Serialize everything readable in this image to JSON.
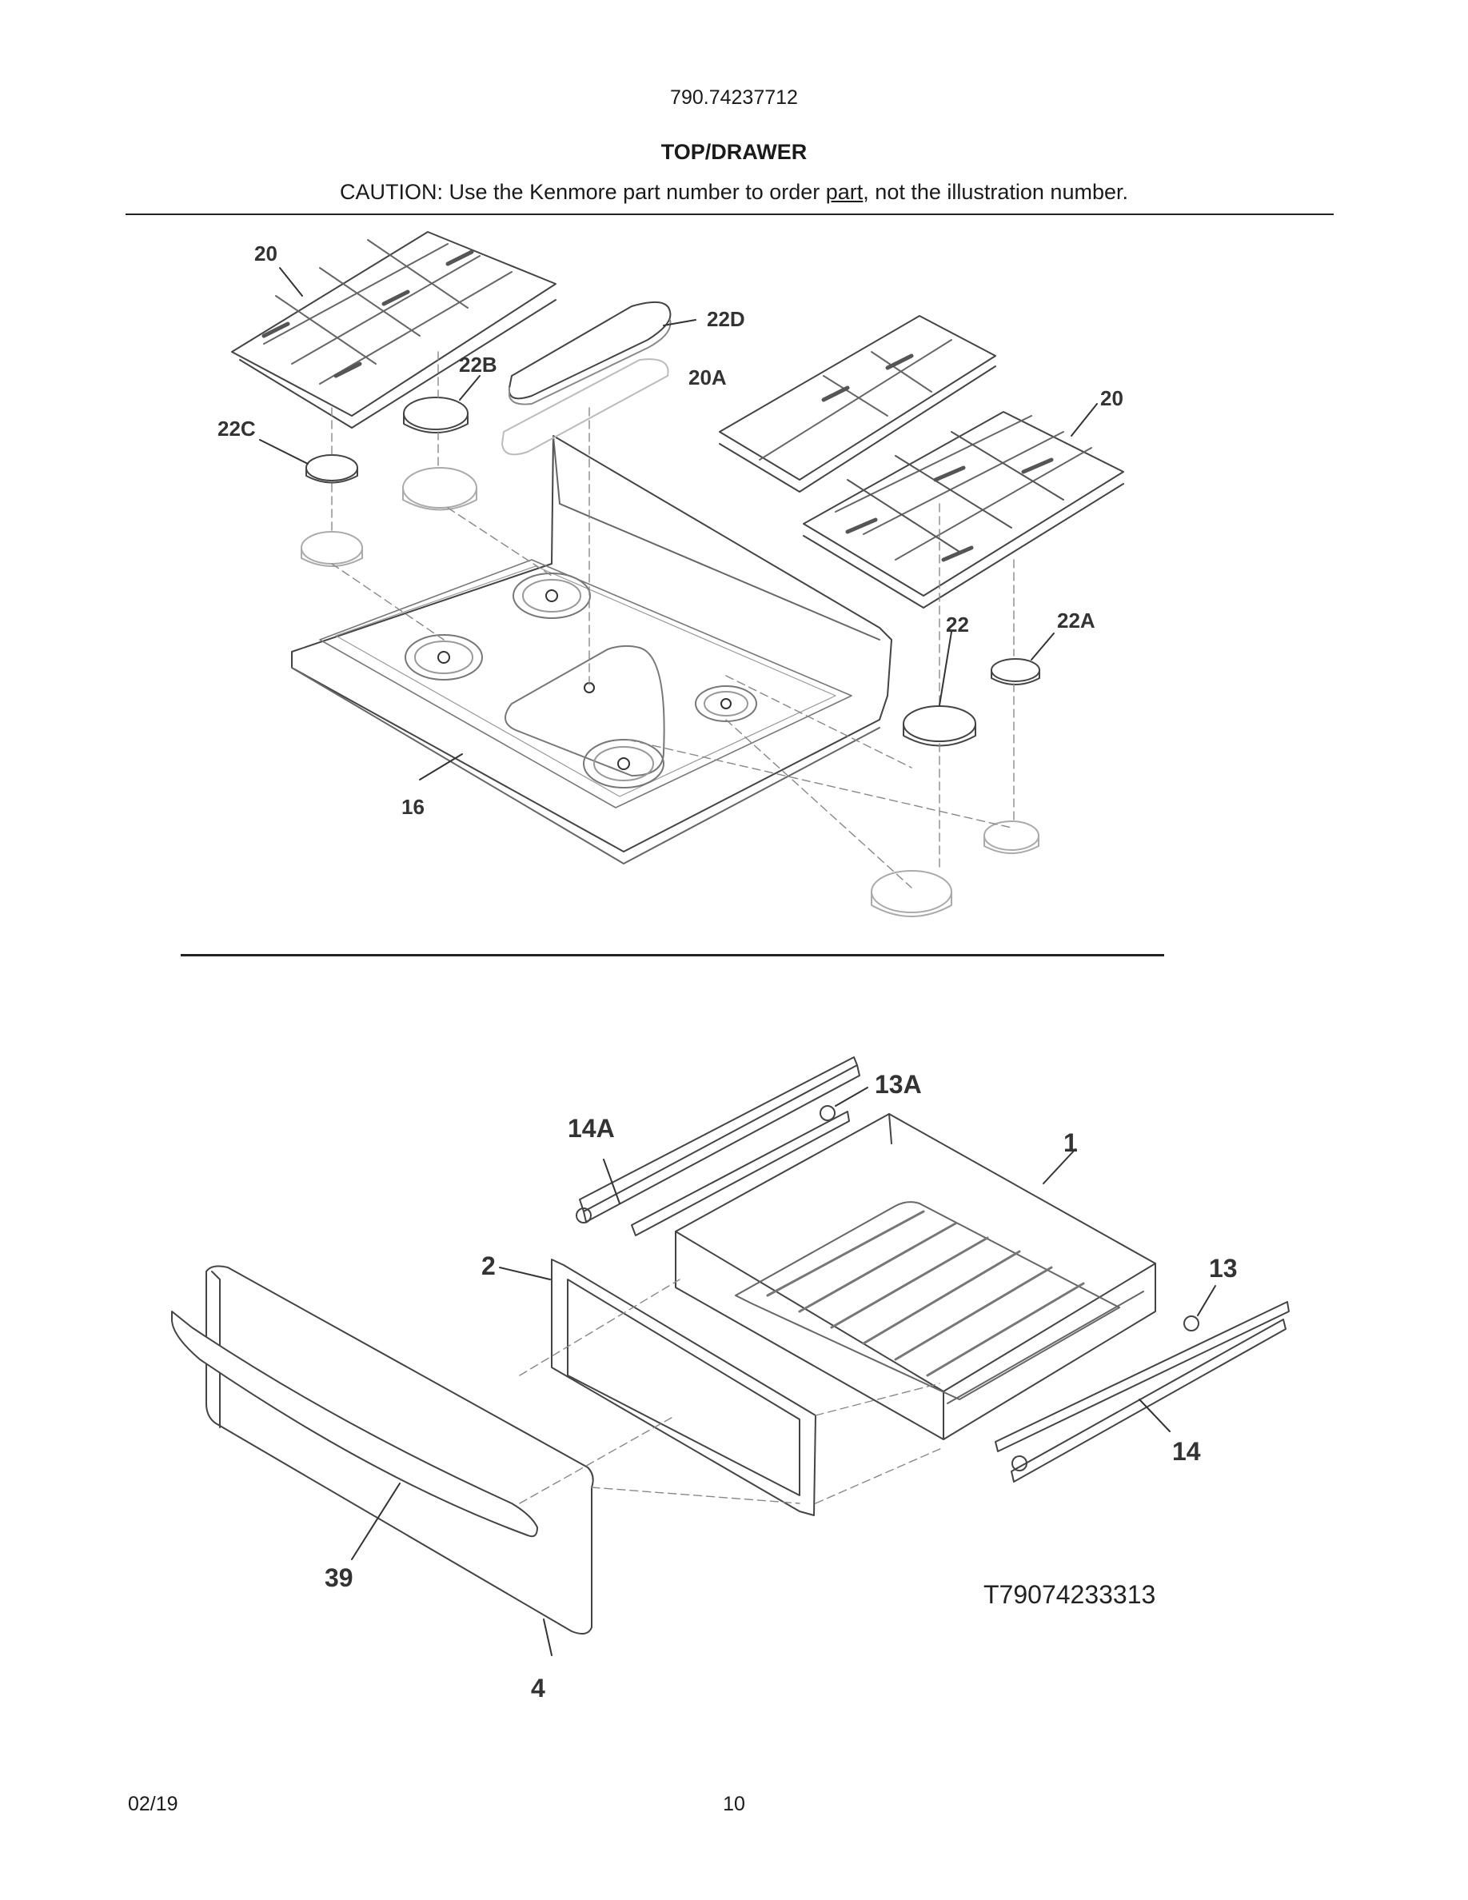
{
  "header": {
    "model_number": "790.74237712",
    "section_title": "TOP/DRAWER",
    "caution_prefix": "CAUTION: Use the Kenmore part number to order ",
    "caution_underlined": "part",
    "caution_suffix": ", not the illustration number."
  },
  "top_callouts": {
    "grate_left": "20",
    "cap_22d": "22D",
    "cap_22b": "22B",
    "grate_center": "20A",
    "grate_right": "20",
    "cap_22c": "22C",
    "cap_22": "22",
    "cap_22a": "22A",
    "cooktop": "16"
  },
  "drawer_callouts": {
    "rail_13a": "13A",
    "rail_14a": "14A",
    "drawer_body": "1",
    "drawer_front_frame": "2",
    "rail_13": "13",
    "rail_14": "14",
    "handle": "39",
    "drawer_panel": "4"
  },
  "illustration_code": "T79074233313",
  "footer": {
    "date": "02/19",
    "page_number": "10"
  }
}
